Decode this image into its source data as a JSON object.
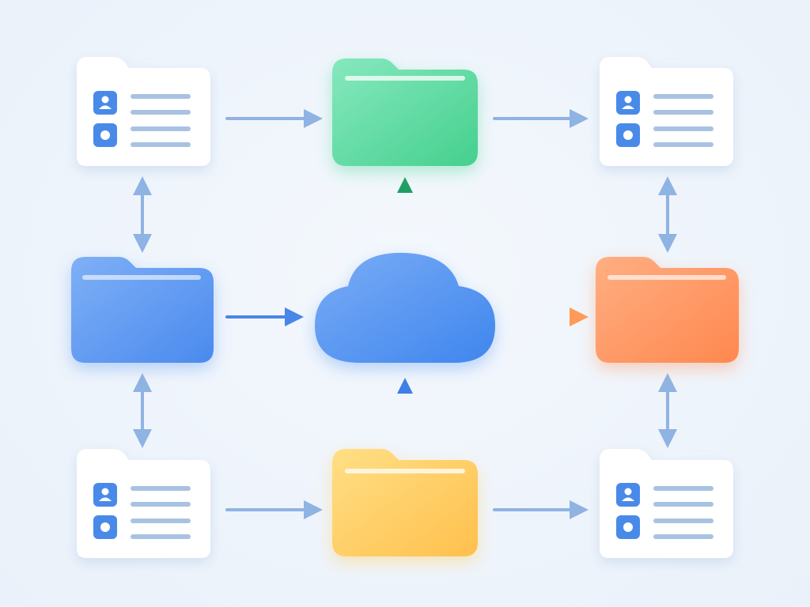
{
  "diagram": {
    "background": "#eef4fb",
    "center_node": {
      "icon": "cloud-icon",
      "color_start": "#7aacf6",
      "color_end": "#3f86ee"
    },
    "folders": [
      {
        "id": "top",
        "icon": "folder-icon",
        "color_start": "#86e8be",
        "color_end": "#45d08e"
      },
      {
        "id": "left",
        "icon": "folder-icon",
        "color_start": "#7fb0f6",
        "color_end": "#4a8aee"
      },
      {
        "id": "right",
        "icon": "folder-icon",
        "color_start": "#ffae82",
        "color_end": "#ff884f"
      },
      {
        "id": "bottom",
        "icon": "folder-icon",
        "color_start": "#ffdf85",
        "color_end": "#ffc04d"
      }
    ],
    "documents": [
      {
        "id": "top-left",
        "icon": "contact-card-icon"
      },
      {
        "id": "top-right",
        "icon": "contact-card-icon"
      },
      {
        "id": "bottom-left",
        "icon": "contact-card-icon"
      },
      {
        "id": "bottom-right",
        "icon": "contact-card-icon"
      }
    ],
    "connector_colors": {
      "flow": "#8fb3e2",
      "green": "#1f9e63",
      "blue": "#4a86e8",
      "orange_start": "#f6b890",
      "orange_end": "#ff9a5a",
      "bottom_start": "#c79a6a",
      "bottom_end": "#3f7fe6"
    },
    "document_colors": {
      "card": "#ffffff",
      "badge": "#4a8ae8",
      "line": "#a9c2e2"
    }
  }
}
